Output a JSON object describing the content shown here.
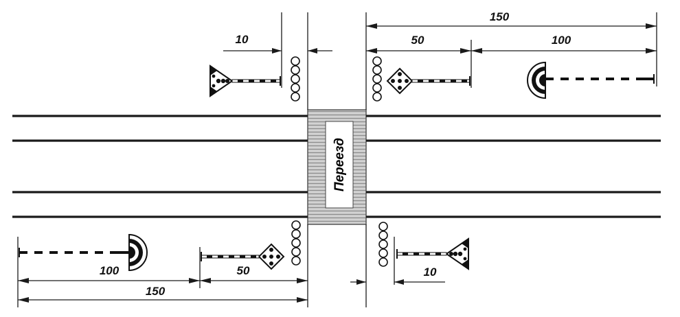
{
  "diagram": {
    "crossing_label": "Переезд",
    "dimensions": {
      "top_left_short": "10",
      "top_right_mid": "50",
      "top_right_far": "100",
      "top_right_total": "150",
      "bottom_left_far": "100",
      "bottom_left_mid": "50",
      "bottom_left_total": "150",
      "bottom_right_short": "10"
    },
    "colors": {
      "ink": "#1a1a1a",
      "background": "#ffffff",
      "crossing_deck": "#cfcfcf"
    },
    "icons": {
      "warning_sign": "triangle-warning-sign-icon",
      "diamond_sign": "diamond-sign-icon",
      "barrier_sign": "semicircle-barrier-sign-icon",
      "post": "signal-post-circles-icon"
    }
  }
}
